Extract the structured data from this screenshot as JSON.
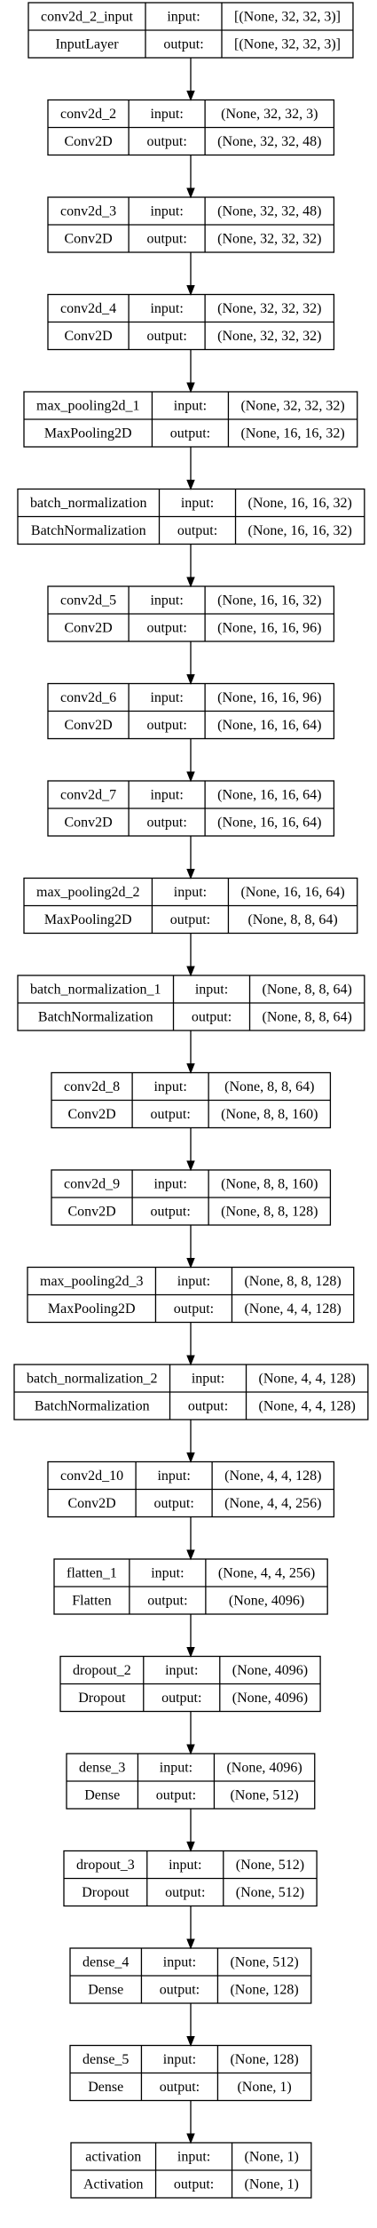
{
  "labels": {
    "input": "input:",
    "output": "output:"
  },
  "layers": [
    {
      "name": "conv2d_2_input",
      "type": "InputLayer",
      "input_shape": "[(None, 32, 32, 3)]",
      "output_shape": "[(None, 32, 32, 3)]"
    },
    {
      "name": "conv2d_2",
      "type": "Conv2D",
      "input_shape": "(None, 32, 32, 3)",
      "output_shape": "(None, 32, 32, 48)"
    },
    {
      "name": "conv2d_3",
      "type": "Conv2D",
      "input_shape": "(None, 32, 32, 48)",
      "output_shape": "(None, 32, 32, 32)"
    },
    {
      "name": "conv2d_4",
      "type": "Conv2D",
      "input_shape": "(None, 32, 32, 32)",
      "output_shape": "(None, 32, 32, 32)"
    },
    {
      "name": "max_pooling2d_1",
      "type": "MaxPooling2D",
      "input_shape": "(None, 32, 32, 32)",
      "output_shape": "(None, 16, 16, 32)"
    },
    {
      "name": "batch_normalization",
      "type": "BatchNormalization",
      "input_shape": "(None, 16, 16, 32)",
      "output_shape": "(None, 16, 16, 32)"
    },
    {
      "name": "conv2d_5",
      "type": "Conv2D",
      "input_shape": "(None, 16, 16, 32)",
      "output_shape": "(None, 16, 16, 96)"
    },
    {
      "name": "conv2d_6",
      "type": "Conv2D",
      "input_shape": "(None, 16, 16, 96)",
      "output_shape": "(None, 16, 16, 64)"
    },
    {
      "name": "conv2d_7",
      "type": "Conv2D",
      "input_shape": "(None, 16, 16, 64)",
      "output_shape": "(None, 16, 16, 64)"
    },
    {
      "name": "max_pooling2d_2",
      "type": "MaxPooling2D",
      "input_shape": "(None, 16, 16, 64)",
      "output_shape": "(None, 8, 8, 64)"
    },
    {
      "name": "batch_normalization_1",
      "type": "BatchNormalization",
      "input_shape": "(None, 8, 8, 64)",
      "output_shape": "(None, 8, 8, 64)"
    },
    {
      "name": "conv2d_8",
      "type": "Conv2D",
      "input_shape": "(None, 8, 8, 64)",
      "output_shape": "(None, 8, 8, 160)"
    },
    {
      "name": "conv2d_9",
      "type": "Conv2D",
      "input_shape": "(None, 8, 8, 160)",
      "output_shape": "(None, 8, 8, 128)"
    },
    {
      "name": "max_pooling2d_3",
      "type": "MaxPooling2D",
      "input_shape": "(None, 8, 8, 128)",
      "output_shape": "(None, 4, 4, 128)"
    },
    {
      "name": "batch_normalization_2",
      "type": "BatchNormalization",
      "input_shape": "(None, 4, 4, 128)",
      "output_shape": "(None, 4, 4, 128)"
    },
    {
      "name": "conv2d_10",
      "type": "Conv2D",
      "input_shape": "(None, 4, 4, 128)",
      "output_shape": "(None, 4, 4, 256)"
    },
    {
      "name": "flatten_1",
      "type": "Flatten",
      "input_shape": "(None, 4, 4, 256)",
      "output_shape": "(None, 4096)"
    },
    {
      "name": "dropout_2",
      "type": "Dropout",
      "input_shape": "(None, 4096)",
      "output_shape": "(None, 4096)"
    },
    {
      "name": "dense_3",
      "type": "Dense",
      "input_shape": "(None, 4096)",
      "output_shape": "(None, 512)"
    },
    {
      "name": "dropout_3",
      "type": "Dropout",
      "input_shape": "(None, 512)",
      "output_shape": "(None, 512)"
    },
    {
      "name": "dense_4",
      "type": "Dense",
      "input_shape": "(None, 512)",
      "output_shape": "(None, 128)"
    },
    {
      "name": "dense_5",
      "type": "Dense",
      "input_shape": "(None, 128)",
      "output_shape": "(None, 1)"
    },
    {
      "name": "activation",
      "type": "Activation",
      "input_shape": "(None, 1)",
      "output_shape": "(None, 1)"
    }
  ]
}
